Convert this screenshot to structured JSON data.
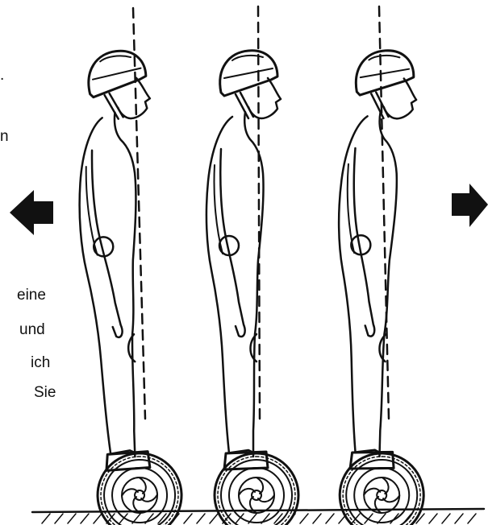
{
  "text_fragments": [
    ".",
    "n",
    "eine",
    "und",
    "ich",
    "Sie"
  ],
  "illustration": {
    "figures": [
      "rider-leaning-forward",
      "rider-upright",
      "rider-leaning-back"
    ],
    "arrows": [
      "left-arrow-icon",
      "right-arrow-icon"
    ],
    "line_color": "#111111"
  }
}
